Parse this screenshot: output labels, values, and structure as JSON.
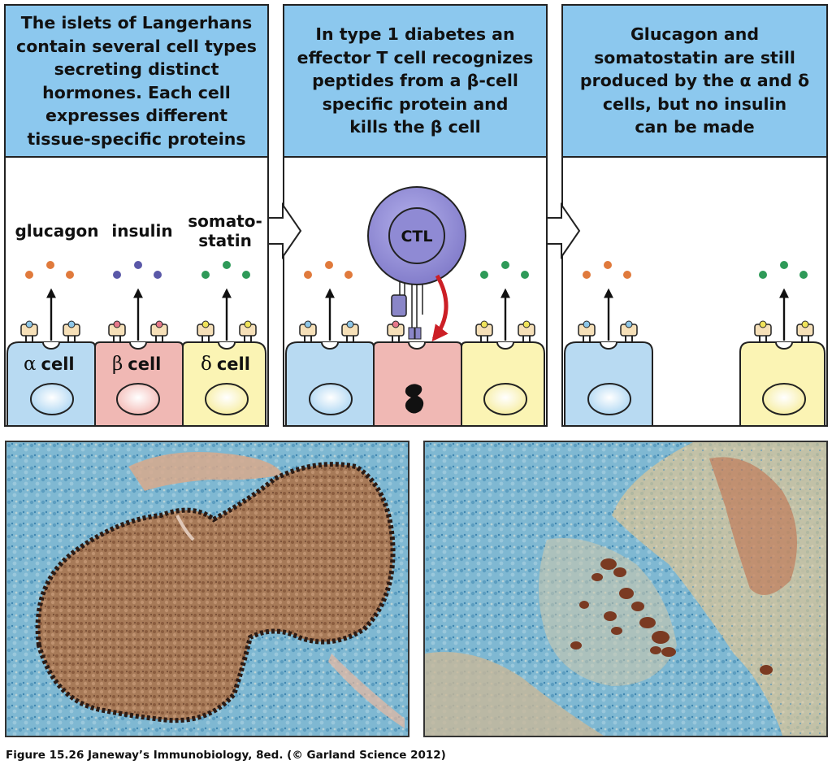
{
  "panels": [
    {
      "header": "The islets of Langerhans\ncontain several cell types\nsecreting distinct\nhormones. Each cell\nexpresses different\ntissue-specific proteins",
      "hormones": [
        "glucagon",
        "insulin",
        "somato-\nstatin"
      ],
      "cells": [
        {
          "greek": "α",
          "name": "cell"
        },
        {
          "greek": "β",
          "name": "cell"
        },
        {
          "greek": "δ",
          "name": "cell"
        }
      ]
    },
    {
      "header": "In type 1 diabetes an\neffector T cell recognizes\npeptides from a β-cell\nspecific protein and\nkills the β cell",
      "ctl_label": "CTL"
    },
    {
      "header": "Glucagon and\nsomatostatin are still\nproduced by the α and δ\ncells, but no insulin\ncan be made"
    }
  ],
  "colors": {
    "header_bg": "#8cc8ee",
    "alpha_cell": "#b8daf2",
    "beta_cell": "#f0b8b4",
    "delta_cell": "#fbf4b4",
    "glucagon": "#e07a3c",
    "insulin": "#5a58a8",
    "somatostatin": "#2e9a58",
    "ctl": "#8f8ad4",
    "kill_arrow": "#cc1f26"
  },
  "caption": "Figure 15.26  Janeway’s Immunobiology, 8ed. (© Garland Science 2012)"
}
